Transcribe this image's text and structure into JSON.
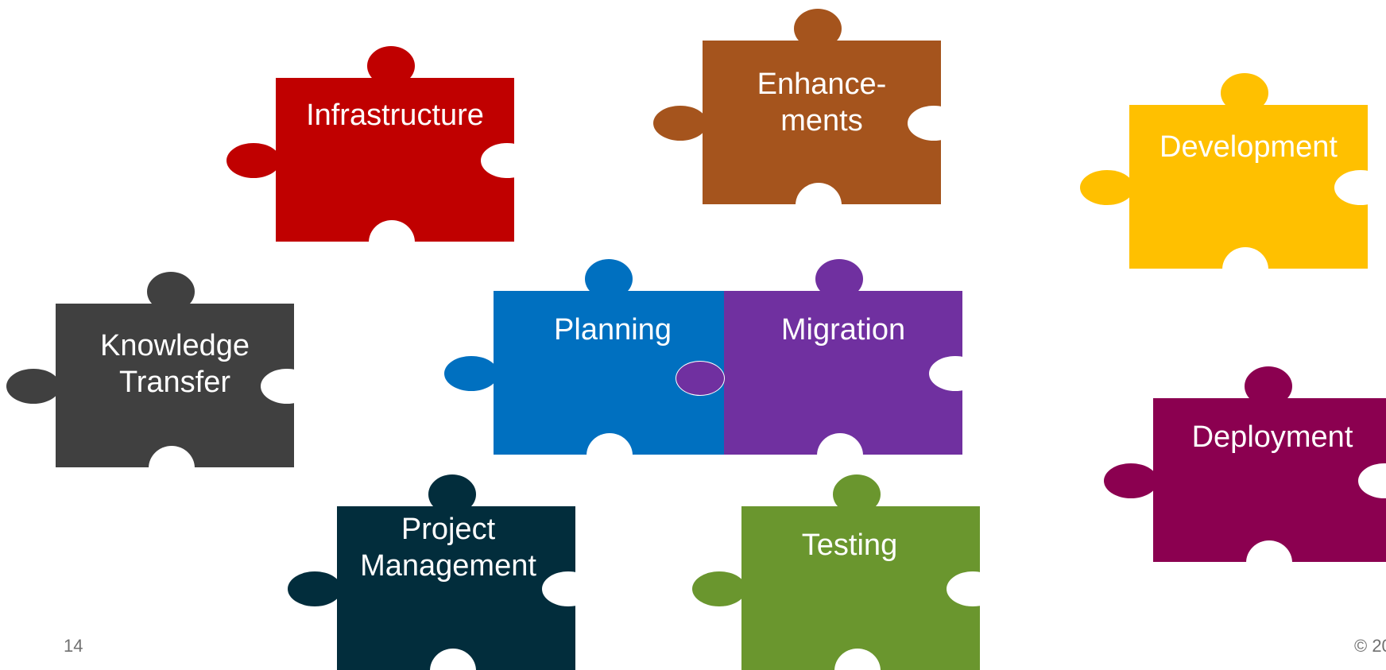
{
  "pieces": [
    {
      "id": "infrastructure",
      "label": "Infrastructure",
      "color": "#C00000"
    },
    {
      "id": "enhancements",
      "label": "Enhance-\nments",
      "color": "#A5541D"
    },
    {
      "id": "development",
      "label": "Development",
      "color": "#FFC000"
    },
    {
      "id": "knowledge-transfer",
      "label": "Knowledge\nTransfer",
      "color": "#404040"
    },
    {
      "id": "planning",
      "label": "Planning",
      "color": "#0070C0"
    },
    {
      "id": "migration",
      "label": "Migration",
      "color": "#7030A0"
    },
    {
      "id": "deployment",
      "label": "Deployment",
      "color": "#8B0050"
    },
    {
      "id": "project-management",
      "label": "Project\nManagement",
      "color": "#022D3C"
    },
    {
      "id": "testing",
      "label": "Testing",
      "color": "#6A962E"
    }
  ],
  "footer": {
    "page_number": "14",
    "copyright": "© 20"
  }
}
